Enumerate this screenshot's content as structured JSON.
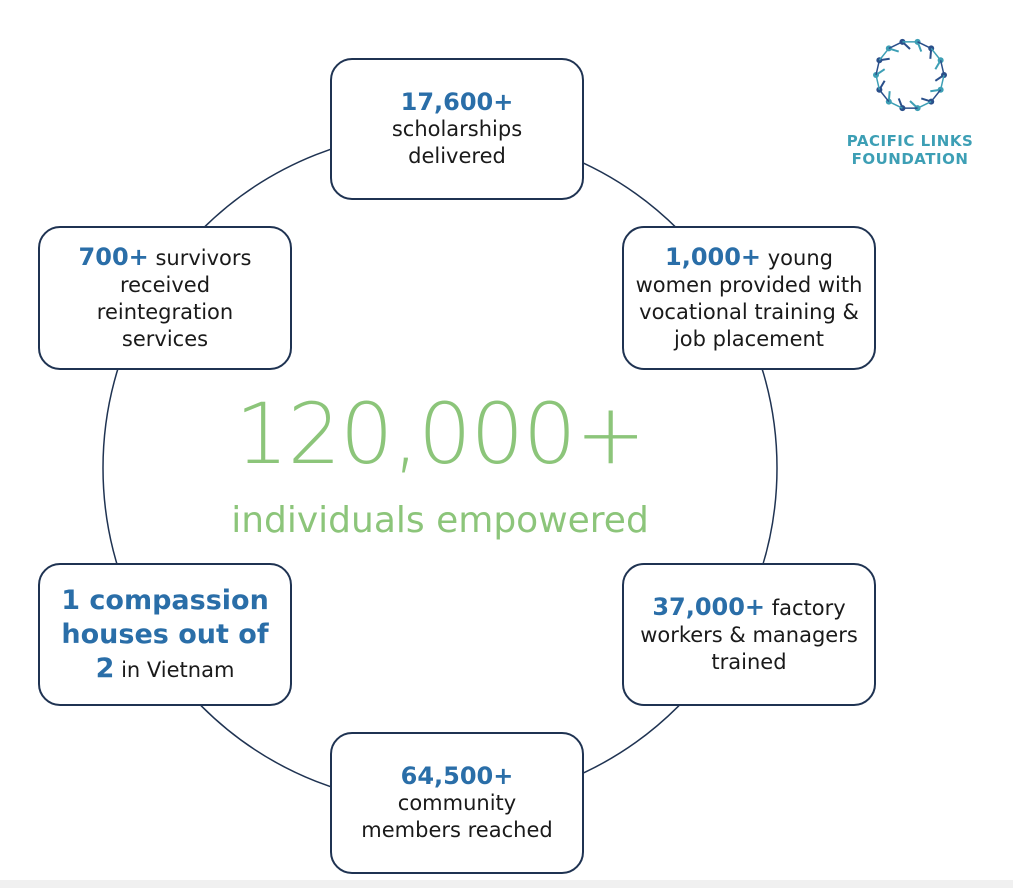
{
  "logo": {
    "name_line1": "PACIFIC LINKS",
    "name_line2": "FOUNDATION"
  },
  "center": {
    "value": "120,000+",
    "label": "individuals empowered"
  },
  "stats": [
    {
      "value": "17,600+",
      "text": "scholarships delivered"
    },
    {
      "value": "1,000+",
      "text": "young women provided with vocational training & job placement"
    },
    {
      "value": "37,000+",
      "text": "factory workers & managers trained"
    },
    {
      "value": "64,500+",
      "text": "community members reached"
    },
    {
      "value": "1 compassion houses out of 2",
      "text": "in Vietnam"
    },
    {
      "value": "700+",
      "text": "survivors received reintegration services"
    }
  ],
  "colors": {
    "accent_blue": "#2a6ea8",
    "accent_green": "#8cc57a",
    "border": "#1f3352",
    "logo": "#3d9fb5"
  }
}
